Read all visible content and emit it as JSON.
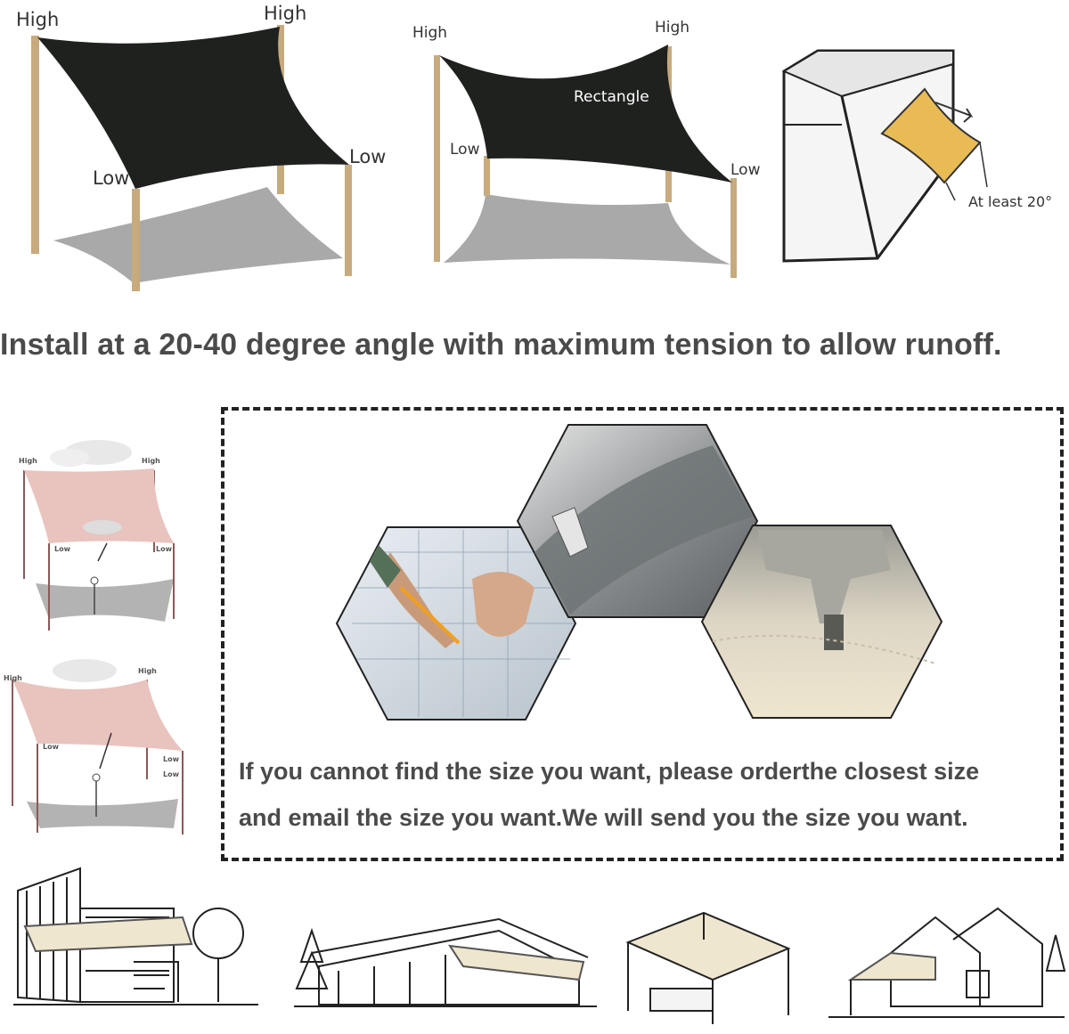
{
  "diagram1": {
    "labels": {
      "high_left": "High",
      "high_right": "High",
      "low_left": "Low",
      "low_right": "Low"
    }
  },
  "diagram2": {
    "labels": {
      "high_left": "High",
      "high_right": "High",
      "low_left": "Low",
      "low_right": "Low",
      "shape": "Rectangle"
    }
  },
  "diagram3": {
    "angle_label": "At least 20°"
  },
  "headline": "Install at a 20-40 degree angle with maximum tension to allow runoff.",
  "side_diagrams": [
    {
      "labels": {
        "high_left": "High",
        "high_right": "High",
        "low_left": "Low",
        "low_right": "Low"
      }
    },
    {
      "labels": {
        "high_left": "High",
        "high_right": "High",
        "low_left": "Low",
        "low_right": "Low",
        "low_right2": "Low"
      }
    }
  ],
  "note": {
    "line1": "If you cannot find the size you want, please orderthe closest size",
    "line2": "and email the size you want.We will send you the size you want."
  },
  "colors": {
    "shade_dark": "#1f211f",
    "shadow_gray": "#a9a9a9",
    "post": "#c7aa7d",
    "sail_yellow": "#e8bb55",
    "sail_pink": "#e9c3be",
    "sail_cream": "#efe6cf"
  }
}
